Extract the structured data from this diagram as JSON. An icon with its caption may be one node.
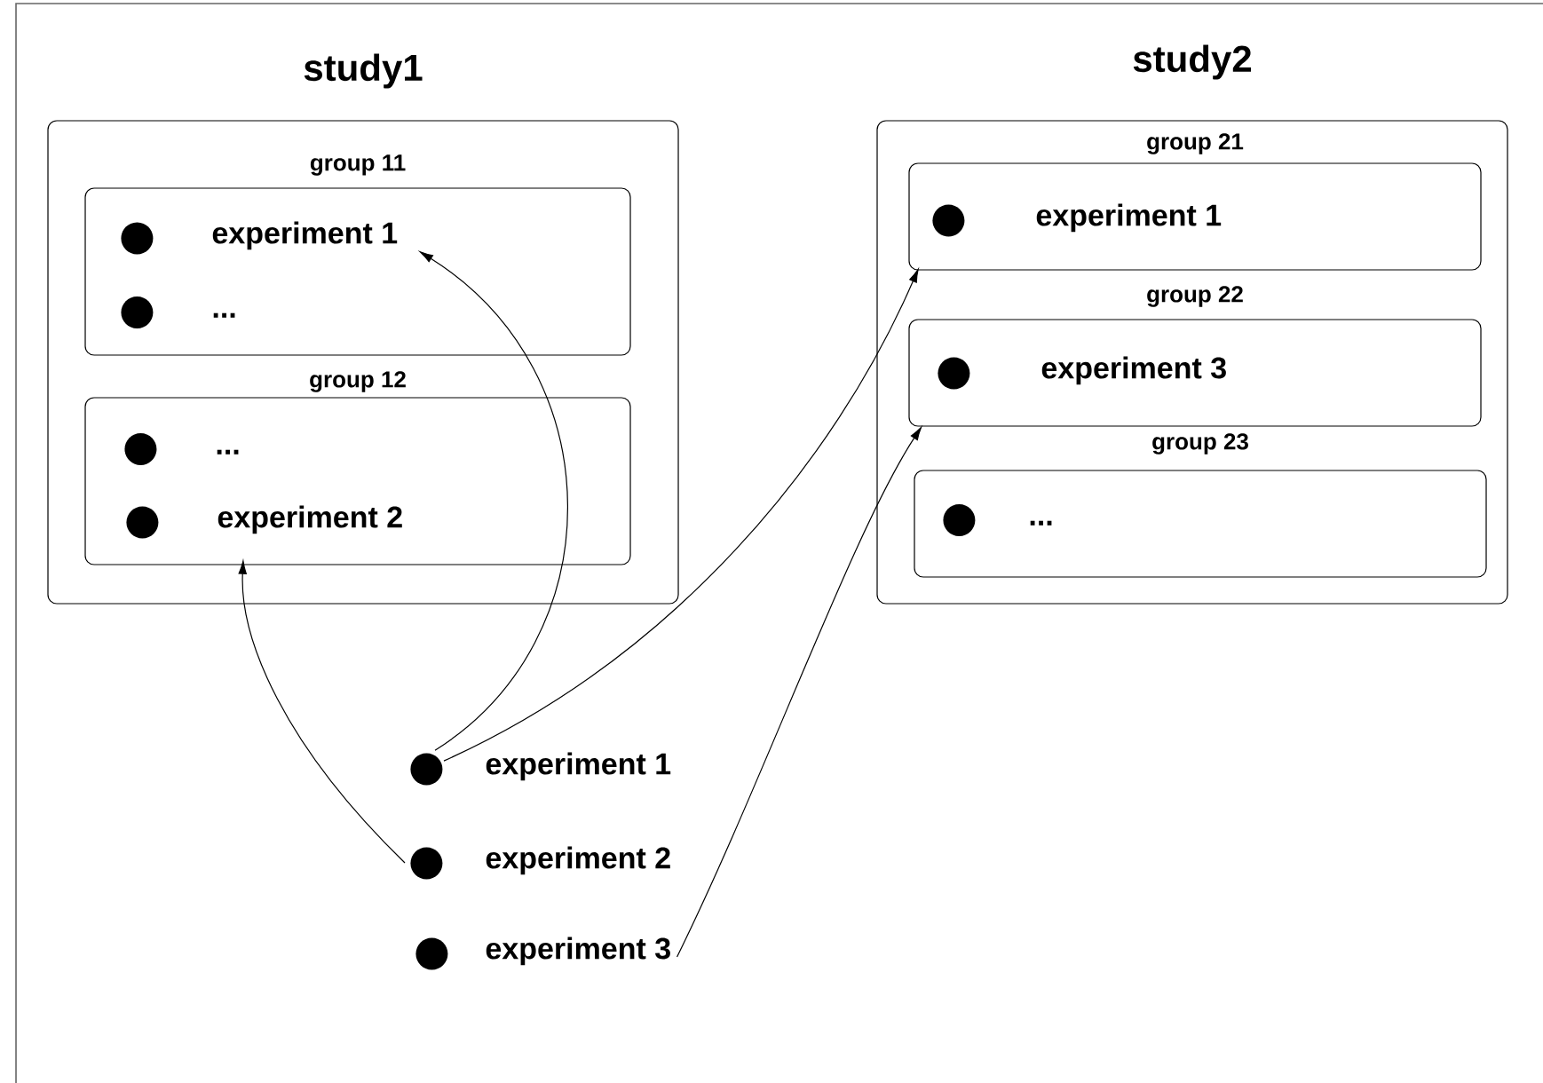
{
  "diagram": {
    "nodes": [
      {
        "text": [
          "study1"
        ]
      },
      {
        "text": [
          "group 11"
        ],
        "in": 0
      },
      {
        "text": [
          "experiment 1"
        ],
        "in": 1
      },
      {
        "text": [
          "..."
        ],
        "in": 1
      },
      {
        "text": [
          "group 12"
        ],
        "in": 0
      },
      {
        "text": [
          "..."
        ],
        "in": 4
      },
      {
        "text": [
          "experiment 2"
        ],
        "in": 4
      },
      {
        "text": [
          "study2"
        ]
      },
      {
        "text": [
          "group 21"
        ],
        "in": 7
      },
      {
        "text": [
          "experiment 1"
        ],
        "in": 8
      },
      {
        "text": [
          "group 22"
        ],
        "in": 7
      },
      {
        "text": [
          "experiment 3"
        ],
        "in": 10
      },
      {
        "text": [
          "group 23"
        ],
        "in": 7
      },
      {
        "text": [
          "..."
        ],
        "in": 12
      },
      {
        "text": [
          "experiment 1"
        ]
      },
      {
        "text": [
          "experiment 2"
        ]
      },
      {
        "text": [
          "experiment 3"
        ]
      }
    ],
    "edges": [
      {
        "from": 14,
        "to": 2,
        "arrow": "to"
      },
      {
        "from": 14,
        "to": 8,
        "arrow": "to"
      },
      {
        "from": 15,
        "to": 6,
        "arrow": "to"
      },
      {
        "from": 16,
        "to": 10,
        "arrow": "to"
      }
    ]
  }
}
